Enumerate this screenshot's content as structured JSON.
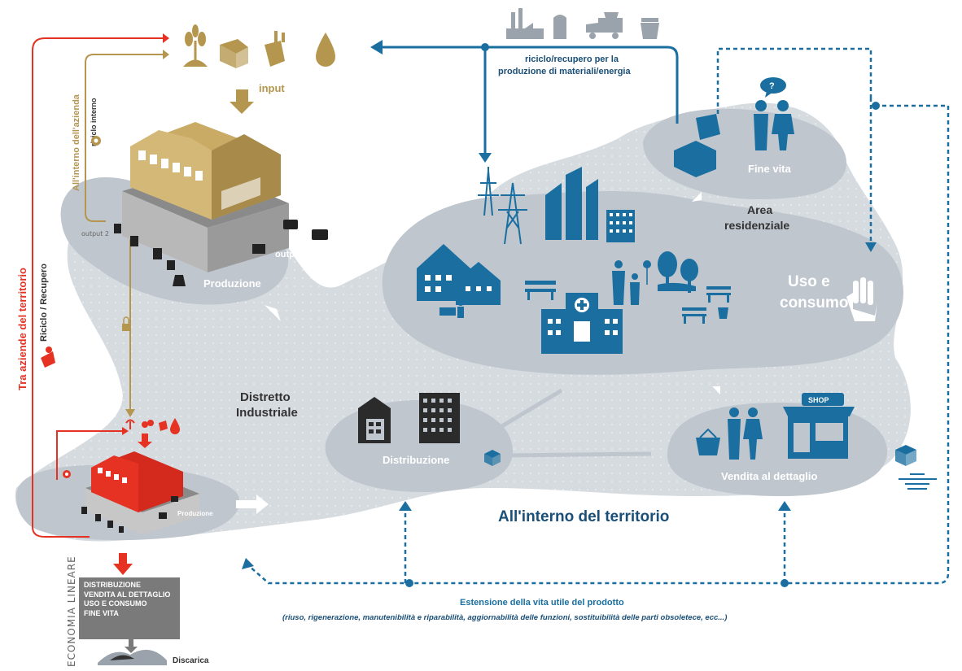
{
  "labels": {
    "input": "input",
    "interno_azienda": "All'interno dell'azienda",
    "riciclo_interno": "riciclo interno",
    "output2": "output 2",
    "output1": "output 1",
    "produzione": "Produzione",
    "tra_aziende": "Tra aziende del territorio",
    "riciclo_recupero": "Riciclo / Recupero",
    "distretto": "Distretto",
    "industriale": "Industriale",
    "produzione_small": "Produzione",
    "distribuzione": "Distribuzione",
    "riciclo_recupero_energia_1": "riciclo/recupero per la",
    "riciclo_recupero_energia_2": "produzione di materiali/energia",
    "fine_vita": "Fine vita",
    "area": "Area",
    "residenziale": "residenziale",
    "uso": "Uso e",
    "consumo": "consumo",
    "shop": "SHOP",
    "vendita": "Vendita al dettaglio",
    "interno_territorio": "All'interno del territorio",
    "estensione": "Estensione della vita utile del prodotto",
    "estensione_detail": "(riuso, rigenerazione, manutenibilità e riparabilità, aggiornabilità delle funzioni, sostituibilità delle parti obsoletece, ecc...)",
    "economia_lineare": "ECONOMIA LINEARE",
    "discarica": "Discarica"
  },
  "linear_box": [
    "DISTRIBUZIONE",
    "VENDITA AL DETTAGLIO",
    "USO E CONSUMO",
    "FINE VITA"
  ],
  "colors": {
    "blue": "#1a6fa0",
    "gold": "#b5964f",
    "red": "#e53223",
    "land": "#d6dbe0",
    "area": "#bfc6ce",
    "dark": "#333333",
    "gray": "#7a7a7a"
  },
  "icons": [
    "wheat-icon",
    "boxes-icon",
    "plug-icon",
    "drop-icon",
    "factory-icon",
    "gear-icon",
    "pylon-icon",
    "skyscraper-icon",
    "house-icon",
    "hospital-icon",
    "bench-icon",
    "tree-icon",
    "family-icon",
    "couple-icon",
    "question-bubble-icon",
    "hand-icon",
    "shop-icon",
    "basket-icon",
    "warehouse-icon",
    "truck-icon"
  ]
}
